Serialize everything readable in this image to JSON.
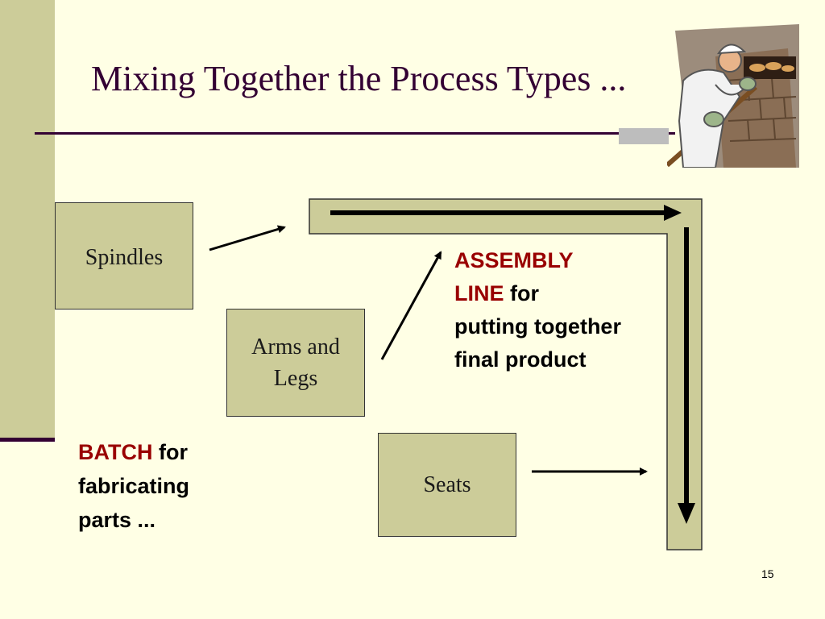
{
  "slide": {
    "title": "Mixing Together the Process Types ...",
    "number": "15"
  },
  "boxes": {
    "spindles": "Spindles",
    "arms_line1": "Arms and",
    "arms_line2": "Legs",
    "seats": "Seats"
  },
  "assembly": {
    "accent_line1": "ASSEMBLY",
    "accent_line2": "LINE",
    "rest_line2": " for",
    "line3": "putting together",
    "line4": "final product"
  },
  "batch": {
    "accent": "BATCH",
    "rest_line1": " for",
    "line2": "fabricating",
    "line3": "parts ..."
  },
  "colors": {
    "background": "#FFFFE5",
    "box_fill": "#CCCC99",
    "title_color": "#330033",
    "accent_text": "#990000"
  },
  "illustration": {
    "name": "baker-clipart"
  }
}
